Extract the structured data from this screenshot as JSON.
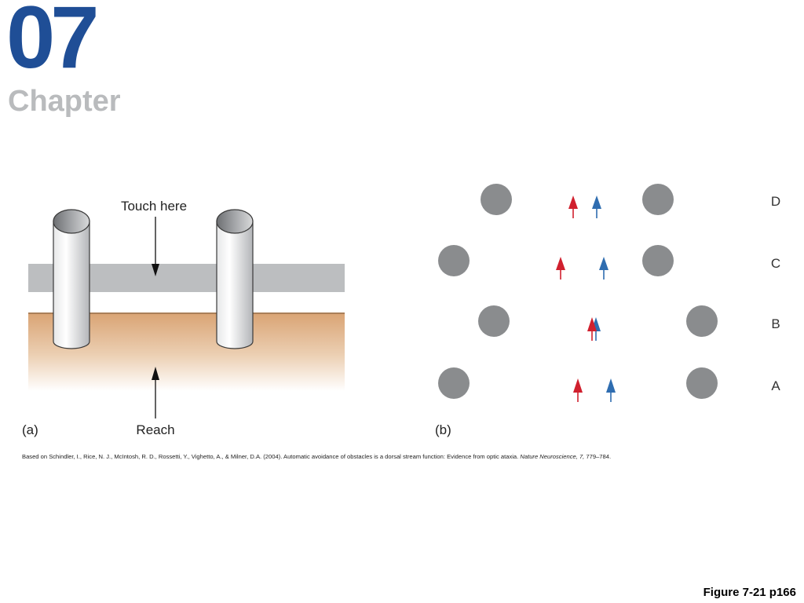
{
  "header": {
    "chapter_number": "07",
    "chapter_word": "Chapter"
  },
  "figure": {
    "panel_a": {
      "label": "(a)",
      "touch_label": "Touch here",
      "reach_label": "Reach"
    },
    "panel_b": {
      "label": "(b)",
      "rows": [
        {
          "label": "D"
        },
        {
          "label": "C"
        },
        {
          "label": "B"
        },
        {
          "label": "A"
        }
      ]
    }
  },
  "caption": {
    "prefix": "Based on Schindler, I., Rice, N. J., McIntosh, R. D., Rossetti, Y., Vighetto, A., & Milner, D.A. (2004). Automatic avoidance of obstacles is a dorsal stream function: Evidence from optic ataxia. ",
    "journal": "Nature Neuroscience, 7,",
    "suffix": " 779–784."
  },
  "footer": {
    "figure_ref": "Figure 7-21 p166"
  },
  "colors": {
    "chapter_blue": "#1f4e96",
    "chapter_grey": "#b9bbbd",
    "obstacle_grey": "#8a8c8e",
    "arrow_red": "#d0202e",
    "arrow_blue": "#2f6db0",
    "bar_grey": "#bcbec0",
    "table_tan": "#dca77b"
  }
}
